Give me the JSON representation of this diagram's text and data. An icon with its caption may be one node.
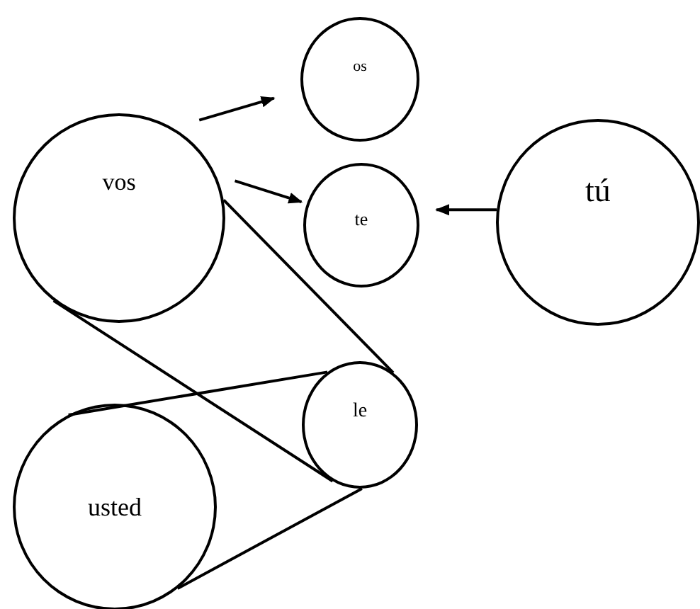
{
  "diagram": {
    "nodes": [
      {
        "text": [
          "os"
        ]
      },
      {
        "text": [
          "vos"
        ]
      },
      {
        "text": [
          "te"
        ]
      },
      {
        "text": [
          "tú"
        ]
      },
      {
        "text": [
          "le"
        ]
      },
      {
        "text": [
          "usted"
        ]
      }
    ],
    "edges": [
      {
        "from": 1,
        "to": 0,
        "arrow": "to"
      },
      {
        "from": 1,
        "to": 2,
        "arrow": "to"
      },
      {
        "from": 3,
        "to": 2,
        "arrow": "to"
      },
      {
        "from": 1,
        "to": 4,
        "arrow": "none"
      },
      {
        "from": 1,
        "to": 4,
        "arrow": "none"
      },
      {
        "from": 5,
        "to": 4,
        "arrow": "none"
      },
      {
        "from": 5,
        "to": 4,
        "arrow": "none"
      }
    ]
  }
}
